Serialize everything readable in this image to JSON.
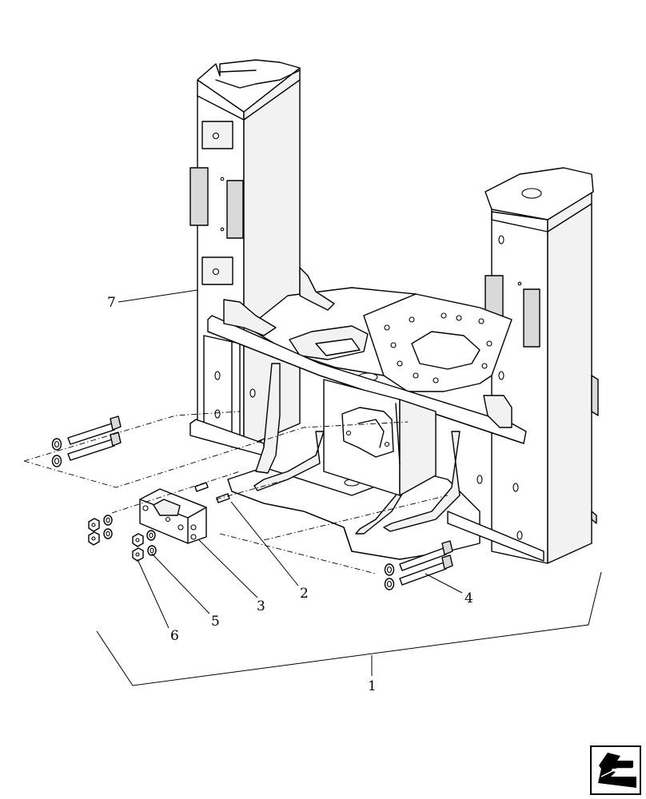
{
  "callouts": {
    "c1": "1",
    "c2": "2",
    "c3": "3",
    "c4": "4",
    "c5": "5",
    "c6": "6",
    "c7": "7"
  },
  "icons": {
    "nav_arrow": "back-arrow-icon"
  },
  "colors": {
    "line": "#000000",
    "background": "#ffffff"
  }
}
